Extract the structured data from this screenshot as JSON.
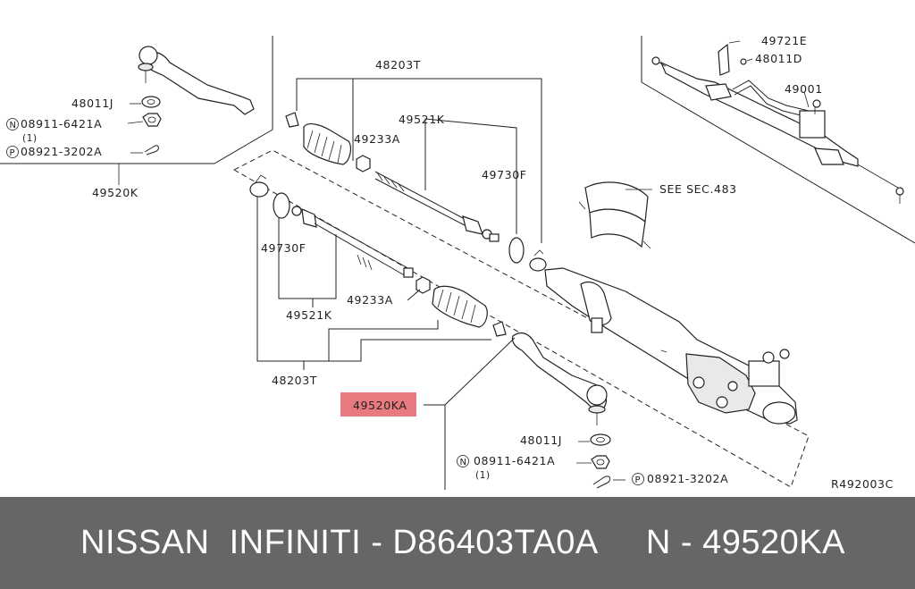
{
  "diagram": {
    "code": "R492003C",
    "colors": {
      "highlight": "#e87a80",
      "footer_bg": "#666666"
    },
    "labels": {
      "tie_rod_end_upper": "49520K",
      "washer_upper": "48011J",
      "nut_upper": "08911-6421A",
      "nut_upper_qty": "(1)",
      "pin_upper": "08921-3202A",
      "repair_kit_top": "48203T",
      "inner_rod_top": "49521K",
      "nut_top": "49233A",
      "boot_clamp_top": "49730F",
      "see_sec": "SEE SEC.483",
      "bracket": "49721E",
      "bolt": "48011D",
      "gear_assy": "49001",
      "boot_clamp_left": "49730F",
      "nut_left": "49233A",
      "inner_rod_left": "49521K",
      "repair_kit_bottom": "48203T",
      "tie_rod_end_highlight": "49520KA",
      "washer_lower": "48011J",
      "nut_lower": "08911-6421A",
      "nut_lower_qty": "(1)",
      "pin_lower": "08921-3202A"
    }
  },
  "footer": {
    "text": "NISSAN  INFINITI - D86403TA0A     N - 49520KA"
  }
}
